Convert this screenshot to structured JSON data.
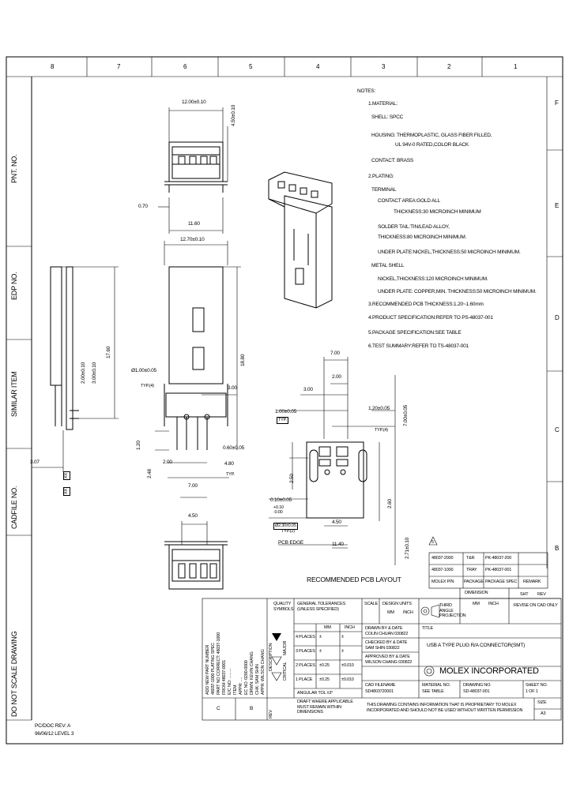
{
  "zones": {
    "top": [
      "8",
      "7",
      "6",
      "5",
      "4",
      "3",
      "2",
      "1"
    ],
    "right": [
      "F",
      "E",
      "D",
      "C",
      "B"
    ]
  },
  "side_strip": {
    "pnt_no": "PNT. NO.",
    "edp_no": "EDP NO.",
    "similar_item": "SIMILAR ITEM",
    "cadfile_no": "CADFILE NO.",
    "dont_scale": "DO NOT SCALE DRAWING",
    "cad_rev": "PC/DOC REV: A",
    "cad_date": "96/06/12 LEVEL 3"
  },
  "notes": {
    "heading": "NOTES:",
    "lines": [
      "1.MATERIAL:",
      "SHELL: SPCC",
      "HOUSING: THERMOPLASTIC, GLASS FIBER FILLED,",
      "UL 94V-0 RATED,COLOR BLACK",
      "CONTACT: BRASS",
      "2.PLATING:",
      "TERMINAL",
      "CONTACT AREA:GOLD ALL",
      "THICKNESS:30 MICROINCH MINIMUM",
      "SOLDER TAIL:TIN/LEAD ALLOY,",
      "THICKNESS:80 MICROINCH MINIMUM.",
      "UNDER PLATE:NICKEL,THICKNESS:50 MICROINCH MINIMUM.",
      "METAL SHELL",
      "NICKEL,THICKNESS:120 MICROINCH MINIMUM.",
      "UNDER PLATE: COPPER,MIN. THICKNESS:50 MICROINCH MINIMUM.",
      "3.RECOMMENDED PCB THICKNESS:1.20~1.60mm",
      "4.PRODUCT SPECIFICATION:REFER TO PS-48037-001",
      "5.PACKAGE SPECIFICATION:SEE TABLE",
      "6.TEST SUMMARY:REFER TO TS-48037-001"
    ]
  },
  "dimensions": {
    "d1": "12.00±0.10",
    "d2": "4.50±0.10",
    "d3": "0.70",
    "d4": "11.60",
    "d5": "12.70±0.10",
    "d6": "17.60",
    "d7": "18.80",
    "d8": "2.00±0.10",
    "d9": "3.00±0.10",
    "d10": "Ø1.00±0.05",
    "d11": "TYP.(4)",
    "d12": "3.00",
    "d13": "1.20",
    "d14": "2.48",
    "d15": "2.00",
    "d16": "0.60±0.05",
    "d17": "4.80",
    "d18": "TYP.",
    "d19": "7.00",
    "d20": "3.07",
    "d21": "4.50",
    "d22": "XX",
    "d23": "XX"
  },
  "pcb": {
    "w1": "7.00",
    "w2": "2.00",
    "w3": "3.00",
    "w4": "1.00±0.05",
    "w5": "1.20±0.05",
    "w6": "2.50",
    "w7": "2.60",
    "w8": "4.50",
    "w9": "11.40",
    "w10": "2.71±0.10",
    "w11": "Ø2.30±0.05",
    "w12": "7.00±0.05",
    "w13": "0.10±0.05",
    "w14": "TYP.(2)",
    "w15": "TYP.(4)",
    "w16": "TYP.",
    "w17": "PCB EDGE",
    "w18": "+0.10",
    "w19": "-0.00",
    "caption": "RECOMMENDED PCB LAYOUT"
  },
  "pkg_table": {
    "rows": [
      [
        "48037-2000",
        "T&R",
        "PK-48037-200",
        ""
      ],
      [
        "48037-1000",
        "TRAY",
        "PK-48037-001",
        ""
      ]
    ],
    "header": [
      "MOLEX P/N",
      "PACKAGE",
      "PACKAGE SPEC",
      "REMARK"
    ],
    "note_flag": "5"
  },
  "title_block": {
    "quality_symbols": "QUALITY SYMBOLS",
    "general_tolerances": "GENERAL TOLERANCES (UNLESS SPECIFIED)",
    "scale": "SCALE",
    "design_units": "DESIGN UNITS",
    "units_mm": "MM",
    "units_inch": "INCH",
    "third_angle": "THIRD ANGLE PROJECTION",
    "dimension": "DIMENSION",
    "mm_label": "MM",
    "inch_label": "INCH",
    "sheet_label": "SHT",
    "rev_label": "REV",
    "revise_on_cad": "REVISE ON CAD ONLY",
    "tol_mm": "MM",
    "tol_inch": "INCH",
    "places": [
      {
        "label": "4 PLACES",
        "mm": "±",
        "inch": "±"
      },
      {
        "label": "3 PLACES",
        "mm": "±",
        "inch": "±"
      },
      {
        "label": "2 PLACES",
        "mm": "±0.25",
        "inch": "±0.010"
      },
      {
        "label": "1 PLACE",
        "mm": "±0.25",
        "inch": "±0.010"
      }
    ],
    "angular": "ANGULAR TOL ±3°",
    "drawn_by": "DRAWN BY & DATE",
    "drawn_name": "COLIN CHUAN 030822",
    "checked_by": "CHECKED BY & DATE",
    "checked_name": "SAM SHIN 030822",
    "approved_by": "APPROVED BY & DATE",
    "approved_name": "WILSON CHANG 030822",
    "title_label": "TITLE",
    "title": "USB A TYPE PLUG R/A CONNECTOR(SMT)",
    "company": "MOLEX INCORPORATED",
    "cad_filename": "CAD FILENAME",
    "cad_file": "SD4803720001",
    "material_no": "MATERIAL NO.",
    "material_val": "SEE TABLE",
    "drawing_no": "DRAWING NO.",
    "drawing_val": "SD-48037-001",
    "sheet_no": "SHEET NO.",
    "sheet_val": "1 OF 1",
    "draft_note": "DRAFT WHERE APPLICABLE MUST REMAIN WITHIN DIMENSIONS",
    "proprietary": "THIS DRAWING CONTAINS INFORMATION THAT IS PROPRIETARY TO MOLEX INCORPORATED AND SHOULD NOT BE USED WITHOUT WRITTEN PERMISSION",
    "size": "SIZE",
    "size_val": "A3",
    "major": "MAJOR",
    "critical": "CRITICAL",
    "rev_col": "REV",
    "desc_col": "DESCRIPTION",
    "rev_letters": [
      "C",
      "B"
    ],
    "rev_history": [
      "ADD NEW PART NUMBER",
      "48037-1000 PLATING SPEC",
      "PART NO CORRECT: 48037-1000",
      "FROM 48037-0001",
      "E/C NO: ..........",
      "ITEM",
      "APPR: ....",
      "EC NO: 0200-0000",
      "DRWN: KEVIN CHANG",
      "CHK: SAM SHIN",
      "APPR: WILSON CHANG"
    ]
  }
}
